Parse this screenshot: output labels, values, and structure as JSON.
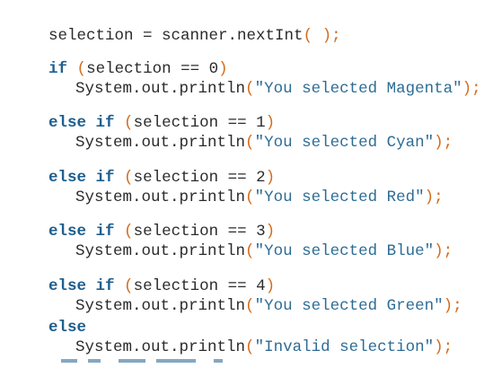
{
  "code": {
    "line_assign_1": "selection = scanner.nextInt",
    "line_assign_2": "(",
    "line_assign_3": ")",
    "line_assign_4": ";",
    "if0_keyword": "if",
    "if0_open": "(",
    "if0_cond": "selection == 0",
    "if0_close": ")",
    "if0_print_prefix": "System.out.println",
    "if0_print_open": "(",
    "if0_print_string": "\"You selected Magenta\"",
    "if0_print_close": ")",
    "if0_semicolon": ";",
    "elif1_keyword": "else if",
    "elif1_open": "(",
    "elif1_cond": "selection == 1",
    "elif1_close": ")",
    "elif1_print_prefix": "System.out.println",
    "elif1_print_open": "(",
    "elif1_print_string": "\"You selected Cyan\"",
    "elif1_print_close": ")",
    "elif1_semicolon": ";",
    "elif2_keyword": "else if",
    "elif2_open": "(",
    "elif2_cond": "selection == 2",
    "elif2_close": ")",
    "elif2_print_prefix": "System.out.println",
    "elif2_print_open": "(",
    "elif2_print_string": "\"You selected Red\"",
    "elif2_print_close": ")",
    "elif2_semicolon": ";",
    "elif3_keyword": "else if",
    "elif3_open": "(",
    "elif3_cond": "selection == 3",
    "elif3_close": ")",
    "elif3_print_prefix": "System.out.println",
    "elif3_print_open": "(",
    "elif3_print_string": "\"You selected Blue\"",
    "elif3_print_close": ")",
    "elif3_semicolon": ";",
    "elif4_keyword": "else if",
    "elif4_open": "(",
    "elif4_cond": "selection == 4",
    "elif4_close": ")",
    "elif4_print_prefix": "System.out.println",
    "elif4_print_open": "(",
    "elif4_print_string": "\"You selected Green\"",
    "elif4_print_close": ")",
    "elif4_semicolon": ";",
    "else_keyword": "else",
    "else_print_prefix": "System.out.println",
    "else_print_open": "(",
    "else_print_string": "\"Invalid selection\"",
    "else_print_close": ")",
    "else_semicolon": ";"
  },
  "colors": {
    "keyword": "#1f5f8f",
    "string": "#2d6c95",
    "punctuation": "#d56b1d",
    "text": "#2b2b2b",
    "background": "#ffffff"
  }
}
